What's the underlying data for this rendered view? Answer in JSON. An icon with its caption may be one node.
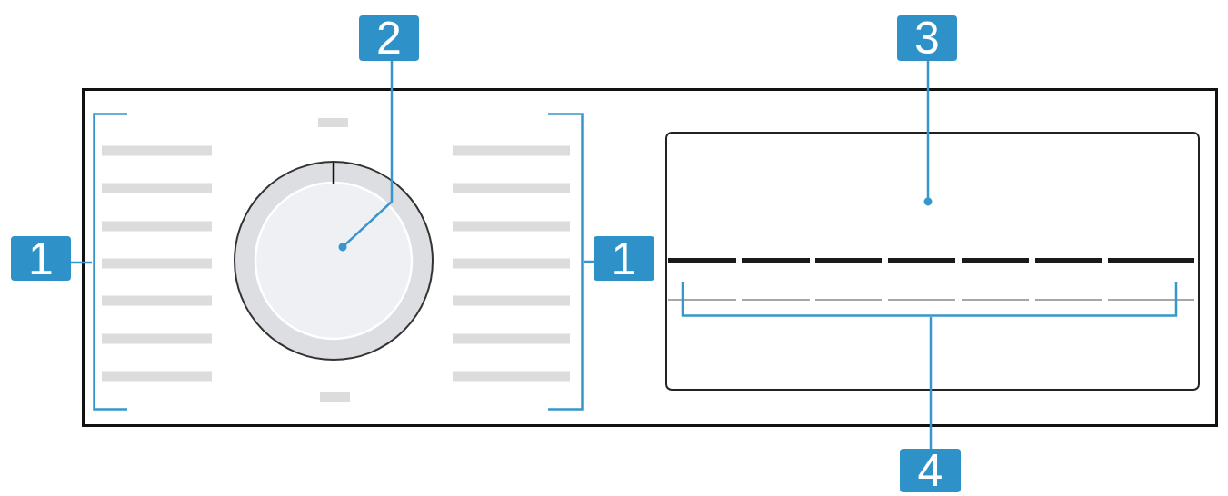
{
  "diagram": {
    "nodes": [
      {
        "text": [
          "2"
        ]
      },
      {
        "text": [
          "3"
        ]
      },
      {
        "text": [
          "1"
        ]
      },
      {
        "text": [
          "1"
        ]
      },
      {
        "text": [
          "4"
        ]
      },
      {
        "text": [],
        "shape": "bar"
      },
      {
        "text": [],
        "shape": "circle"
      },
      {
        "text": [],
        "shape": "bar"
      },
      {
        "text": [],
        "shape": "box"
      },
      {
        "text": [],
        "shape": "line",
        "in": 8
      }
    ],
    "edges": [
      {
        "from": 0,
        "to": 6,
        "arrow": "other"
      },
      {
        "from": 1,
        "to": 8,
        "arrow": "other"
      },
      {
        "from": 2,
        "to": 5,
        "arrow": "none"
      },
      {
        "from": 3,
        "to": 7,
        "arrow": "none"
      },
      {
        "from": 4,
        "to": 9,
        "arrow": "none"
      }
    ]
  }
}
